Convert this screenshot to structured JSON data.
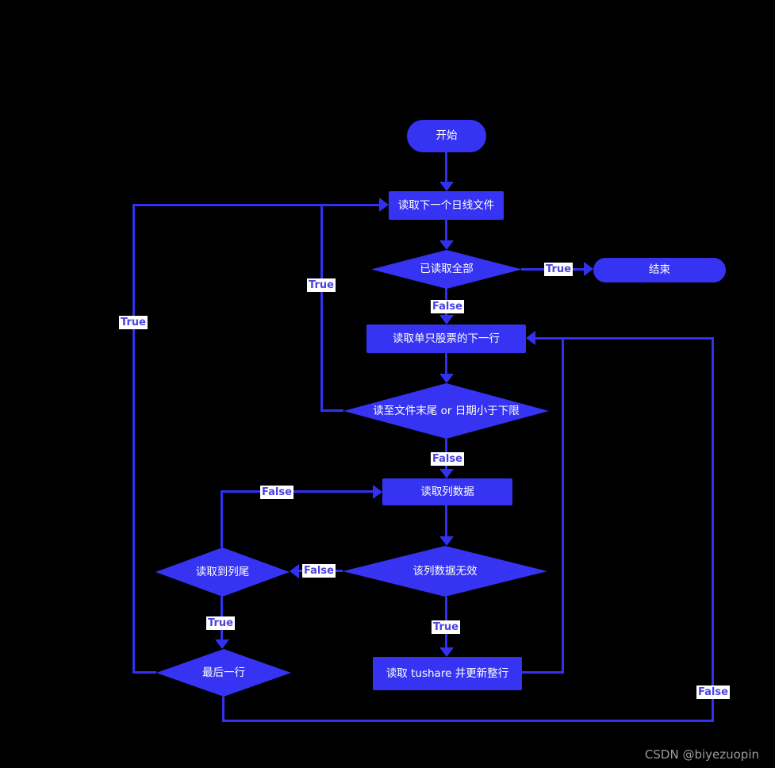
{
  "theme": {
    "background": "#000000",
    "shape_fill": "#3634f2",
    "line_color": "#3331f0",
    "node_text_color": "#ffffff",
    "edge_label_text": "#4a43e0",
    "edge_label_bg": "#ffffff",
    "watermark_color": "#9b9b9b"
  },
  "nodes": {
    "start": {
      "label": "开始",
      "type": "terminal"
    },
    "read_next_daily_file": {
      "label": "读取下一个日线文件",
      "type": "process"
    },
    "all_read": {
      "label": "已读取全部",
      "type": "decision"
    },
    "end": {
      "label": "结束",
      "type": "terminal"
    },
    "read_next_row": {
      "label": "读取单只股票的下一行",
      "type": "process"
    },
    "eof_or_date_below": {
      "label": "读至文件末尾 or 日期小于下限",
      "type": "decision"
    },
    "read_column_data": {
      "label": "读取列数据",
      "type": "process"
    },
    "read_to_column_end": {
      "label": "读取到列尾",
      "type": "decision"
    },
    "column_data_invalid": {
      "label": "该列数据无效",
      "type": "decision"
    },
    "last_row": {
      "label": "最后一行",
      "type": "decision"
    },
    "read_tushare_update_row": {
      "label": "读取 tushare 并更新整行",
      "type": "process"
    }
  },
  "edge_labels": {
    "all_read_true": "True",
    "all_read_false": "False",
    "eof_true": "True",
    "last_row_true": "True",
    "eof_false": "False",
    "col_end_false": "False",
    "invalid_false": "False",
    "col_end_true": "True",
    "invalid_true": "True",
    "last_row_false": "False"
  },
  "watermark": "CSDN @biyezuopin"
}
